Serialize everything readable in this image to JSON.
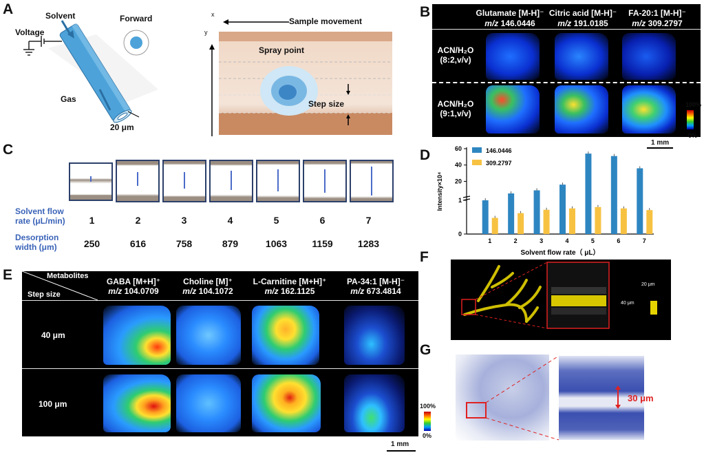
{
  "panels": {
    "A": {
      "label": "A",
      "solvent": "Solvent",
      "forward": "Forward",
      "voltage": "Voltage",
      "gas": "Gas",
      "width": "20 μm",
      "sample_movement": "Sample movement",
      "x": "x",
      "y": "y",
      "spray_point": "Spray point",
      "step_size": "Step size"
    },
    "B": {
      "label": "B",
      "headers": [
        {
          "name": "Glutamate [M-H]⁻",
          "mz": "146.0446"
        },
        {
          "name": "Citric acid  [M-H]⁻",
          "mz": "191.0185"
        },
        {
          "name": "FA-20:1  [M-H]⁻",
          "mz": "309.2797"
        }
      ],
      "mz_prefix": "m/z",
      "rows": [
        {
          "line1": "ACN/H₂O",
          "line2": "(8:2,v/v)"
        },
        {
          "line1": "ACN/H₂O",
          "line2": "(9:1,v/v)"
        }
      ],
      "cbar_top": "100%",
      "cbar_bottom": "0%",
      "scale": "1 mm"
    },
    "C": {
      "label": "C",
      "flow_label_1": "Solvent flow",
      "flow_label_2": "rate (μL/min)",
      "desorp_label_1": "Desorption",
      "desorp_label_2": "width (μm)",
      "rates": [
        "1",
        "2",
        "3",
        "4",
        "5",
        "6",
        "7"
      ],
      "widths": [
        "250",
        "616",
        "758",
        "879",
        "1063",
        "1159",
        "1283"
      ]
    },
    "D": {
      "label": "D"
    },
    "E": {
      "label": "E",
      "metabolites": "Metabolites",
      "step_size": "Step size",
      "headers": [
        {
          "name": "GABA  [M+H]⁺",
          "mz": "104.0709"
        },
        {
          "name": "Choline  [M]⁺",
          "mz": "104.1072"
        },
        {
          "name": "L-Carnitine  [M+H]⁺",
          "mz": "162.1125"
        },
        {
          "name": "PA-34:1  [M-H]⁻",
          "mz": "673.4814"
        }
      ],
      "mz_prefix": "m/z",
      "rows": [
        "40 μm",
        "100 μm"
      ],
      "cbar_top": "100%",
      "cbar_bottom": "0%",
      "scale": "1 mm"
    },
    "F": {
      "label": "F",
      "w": "20 μm",
      "h": "40 μm"
    },
    "G": {
      "label": "G",
      "dist": "30 μm"
    }
  },
  "chart_data": {
    "type": "bar",
    "categories": [
      "1",
      "2",
      "3",
      "4",
      "5",
      "6",
      "7"
    ],
    "xlabel": "Solvent flow rate（ μL）",
    "ylabel": "Intensity×10⁴",
    "y_axis_break": true,
    "y_ticks_lower": [
      "0",
      "1"
    ],
    "y_ticks_upper": [
      "20",
      "40",
      "60"
    ],
    "series": [
      {
        "name": "146.0446",
        "color": "#2e86c1",
        "values": [
          1.0,
          5.2,
          9.0,
          16.0,
          54.0,
          51.0,
          36.0
        ]
      },
      {
        "name": "309.2797",
        "color": "#f7c242",
        "values": [
          0.48,
          0.62,
          0.72,
          0.76,
          0.8,
          0.76,
          0.71
        ]
      }
    ],
    "legend": "top-left"
  }
}
